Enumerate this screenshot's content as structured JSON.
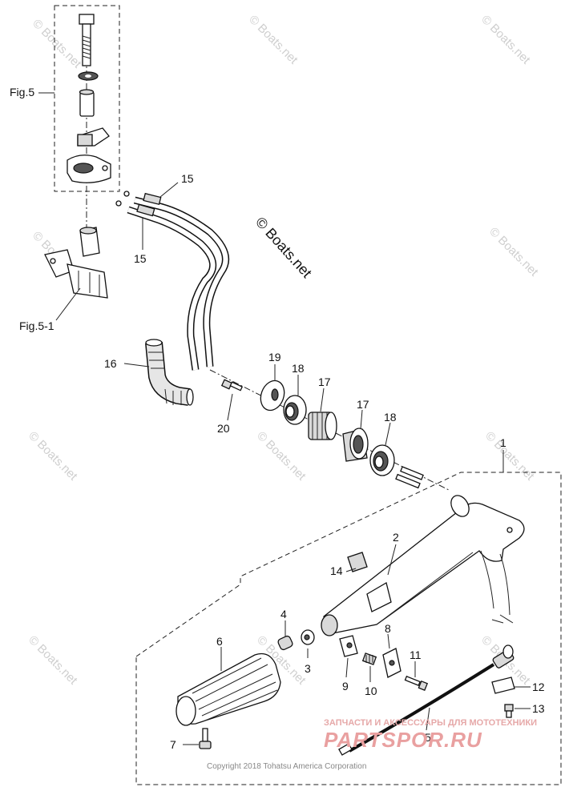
{
  "watermark": "© Boats.net",
  "center_watermark": "© Boats.net",
  "copyright": "Copyright 2018 Tohatsu America Corporation",
  "shop_subtitle": "ЗАПЧАСТИ И АКСЕССУАРЫ ДЛЯ МОТОТЕХНИКИ",
  "shop_logo": "PARTSPOR.RU",
  "figure_refs": {
    "fig5": "Fig.5",
    "fig5_1": "Fig.5-1"
  },
  "callouts": {
    "p1": "1",
    "p2": "2",
    "p3": "3",
    "p4": "4",
    "p5": "5",
    "p6": "6",
    "p7": "7",
    "p8": "8",
    "p9": "9",
    "p10": "10",
    "p11": "11",
    "p12": "12",
    "p13": "13",
    "p14": "14",
    "p15a": "15",
    "p15b": "15",
    "p16": "16",
    "p17a": "17",
    "p17b": "17",
    "p18a": "18",
    "p18b": "18",
    "p19": "19",
    "p20": "20"
  }
}
